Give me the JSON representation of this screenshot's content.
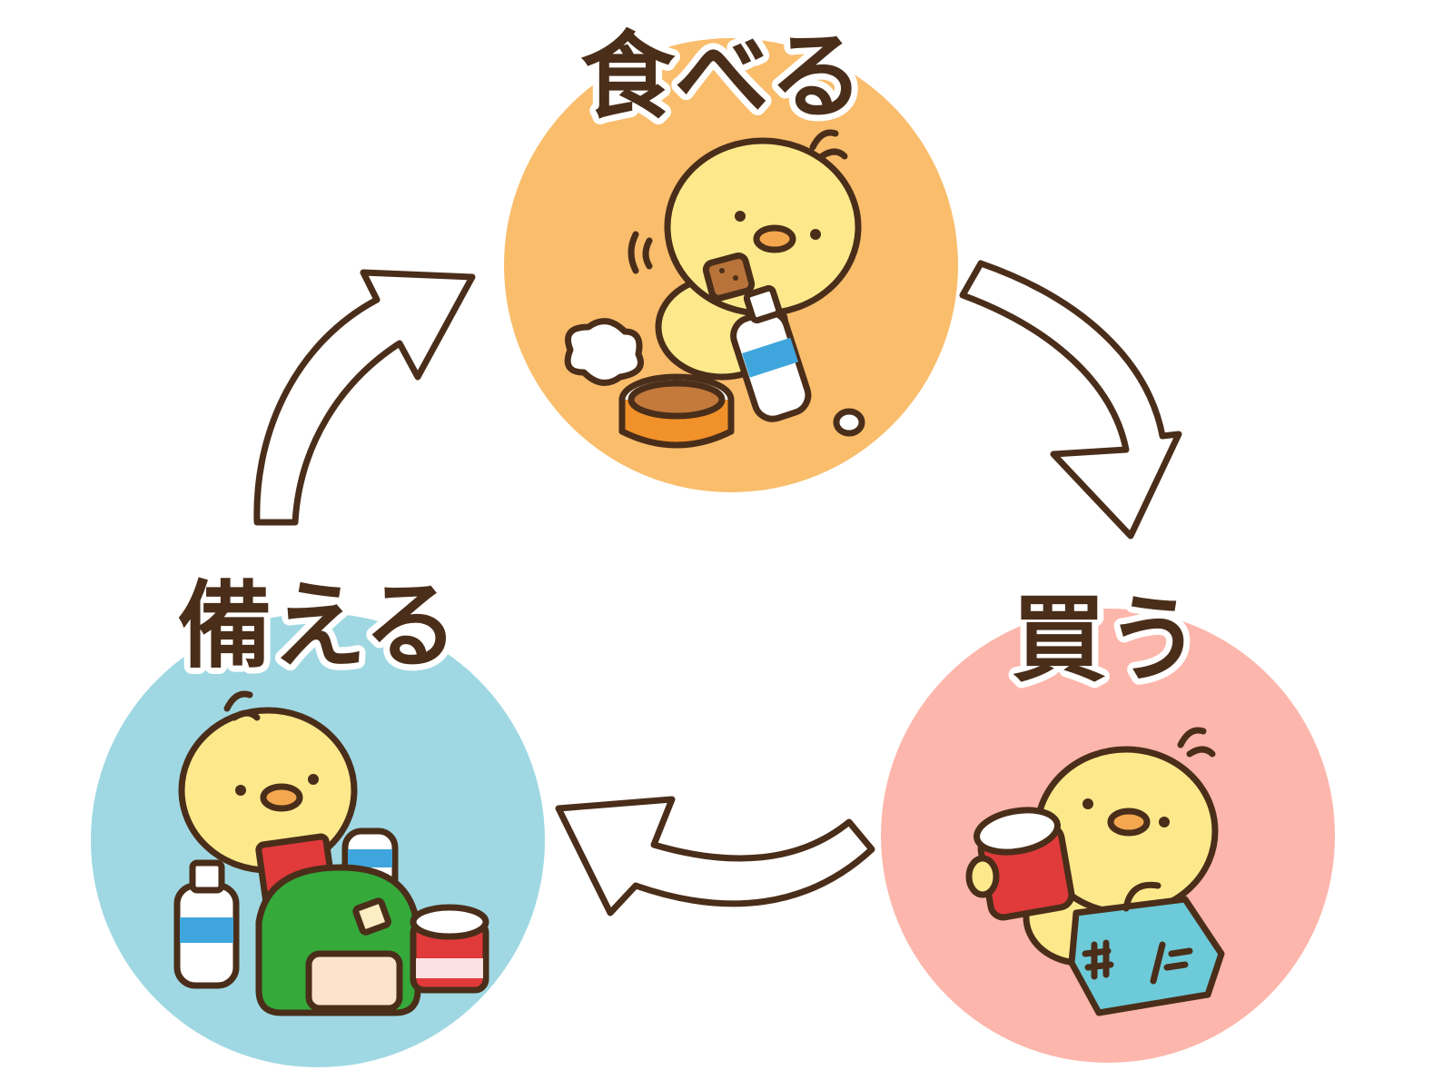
{
  "stages": {
    "eat": {
      "label": "食べる",
      "color": "#f9bd6c"
    },
    "buy": {
      "label": "買う",
      "color": "#fdb6ab"
    },
    "prepare": {
      "label": "備える",
      "color": "#9fd8e3"
    }
  },
  "colors": {
    "outline": "#4a2e1a",
    "chick": "#fde98c",
    "beak": "#f5a74f",
    "arrow_fill": "#ffffff"
  },
  "icons": {
    "arrows": "curved-arrow-icon",
    "chick": "chick-icon"
  }
}
